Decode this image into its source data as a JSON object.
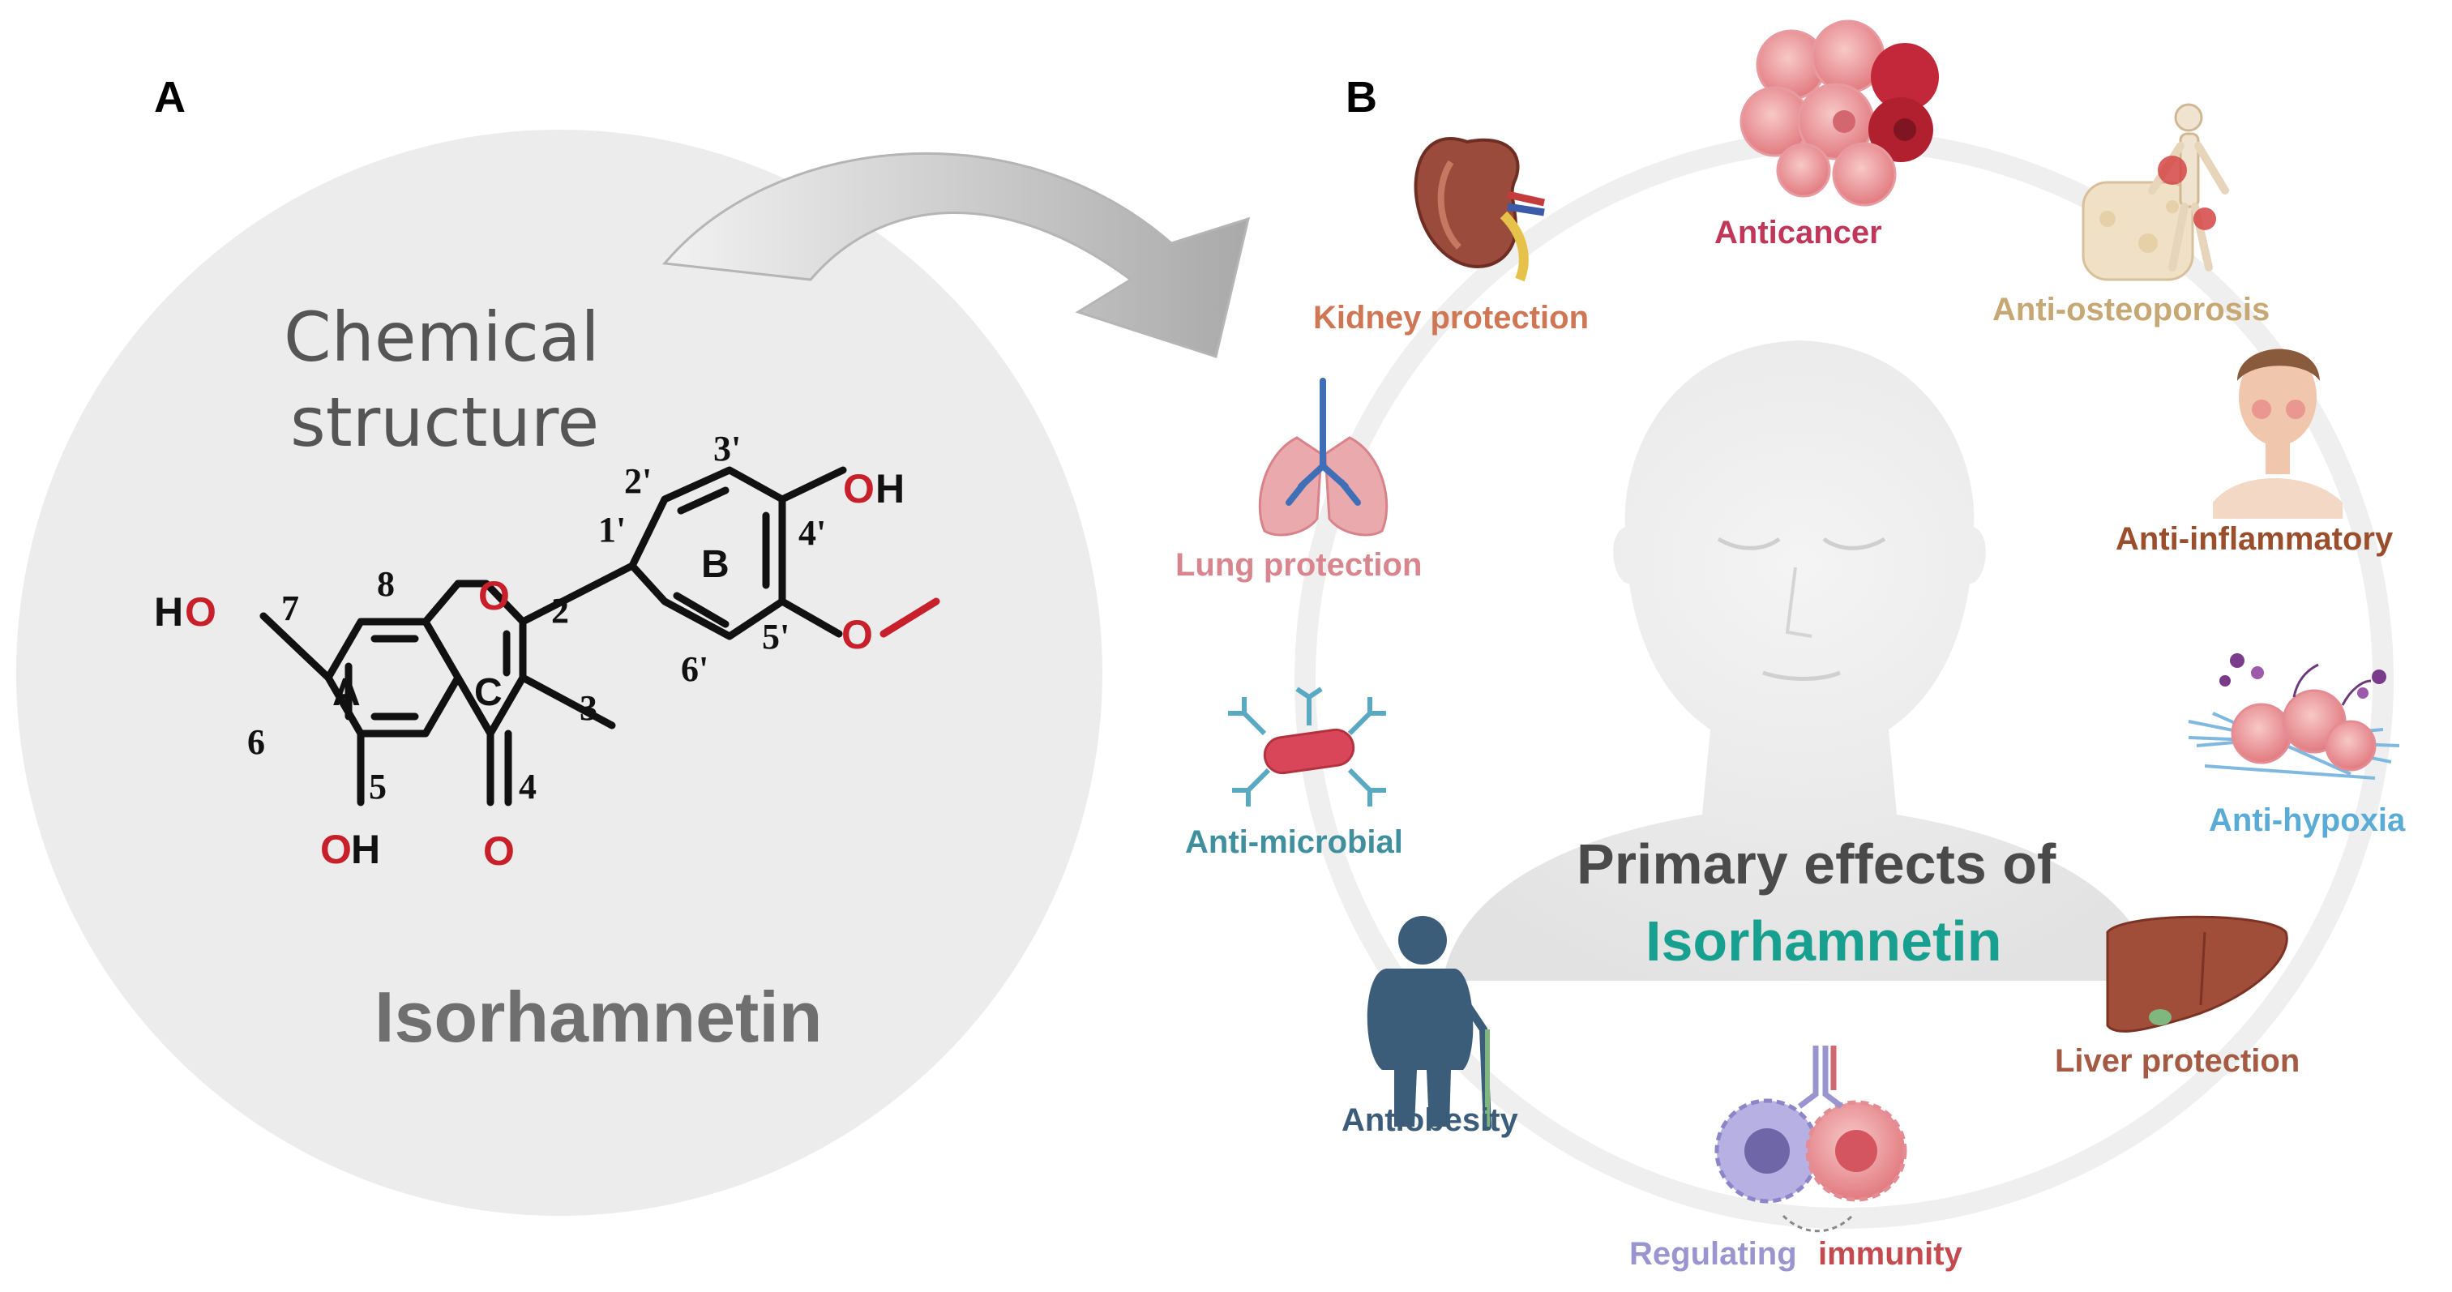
{
  "panel_a": {
    "letter": "A",
    "title_line1": "Chemical",
    "title_line2": "structure",
    "compound": "Isorhamnetin",
    "rings": {
      "a": "A",
      "b": "B",
      "c": "C"
    },
    "atoms": {
      "ho7_h": "H",
      "ho7_o": "O",
      "oh5_o": "O",
      "oh5_h": "H",
      "o_ring": "O",
      "o_keto": "O",
      "oh4_o": "O",
      "oh4_h": "H",
      "o_methoxy": "O"
    },
    "numbers": {
      "n2": "2",
      "n3": "3",
      "n4": "4",
      "n5": "5",
      "n6": "6",
      "n7": "7",
      "n8": "8",
      "n1p": "1'",
      "n2p": "2'",
      "n3p": "3'",
      "n4p": "4'",
      "n5p": "5'",
      "n6p": "6'"
    }
  },
  "panel_b": {
    "letter": "B",
    "center_line1": "Primary effects of",
    "center_line2": "Isorhamnetin",
    "effects": {
      "anticancer": "Anticancer",
      "kidney": "Kidney protection",
      "osteoporosis": "Anti-osteoporosis",
      "lung": "Lung protection",
      "inflammatory": "Anti-inflammatory",
      "microbial": "Anti-microbial",
      "hypoxia": "Anti-hypoxia",
      "obesity": "Antiobesity",
      "liver": "Liver protection",
      "regulating": "Regulating",
      "immunity": "immunity"
    },
    "colors": {
      "anticancer": "#c0375a",
      "kidney": "#cf7654",
      "osteoporosis": "#c6a874",
      "lung": "#d9858e",
      "inflammatory": "#9a4e2c",
      "microbial": "#3f8f9e",
      "hypoxia": "#5aabd6",
      "obesity": "#3c5d7a",
      "liver": "#a45a43",
      "regulating": "#9b95cf",
      "immunity": "#c44a4f",
      "isorhamnetin_center": "#17a08f",
      "oxygen": "#c8202b"
    },
    "icons": [
      "cancer-cells-icon",
      "kidney-icon",
      "skeleton-icon",
      "lungs-icon",
      "inflamed-face-icon",
      "bacteria-antibodies-icon",
      "hypoxia-cells-icon",
      "elderly-person-icon",
      "liver-icon",
      "immune-cells-icon",
      "human-head-icon"
    ]
  }
}
